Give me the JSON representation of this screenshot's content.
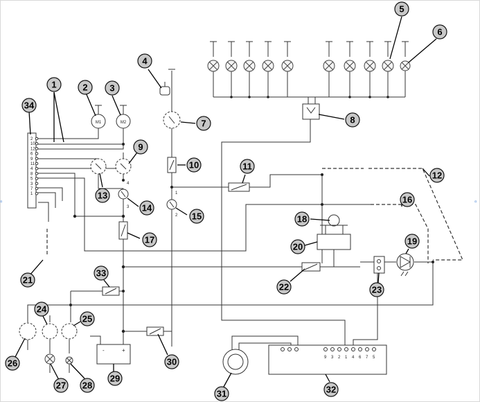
{
  "callouts": [
    "1",
    "2",
    "3",
    "4",
    "5",
    "6",
    "7",
    "8",
    "9",
    "10",
    "11",
    "12",
    "13",
    "14",
    "15",
    "16",
    "17",
    "18",
    "19",
    "20",
    "21",
    "22",
    "23",
    "24",
    "25",
    "26",
    "27",
    "28",
    "29",
    "30",
    "31",
    "32",
    "33",
    "34"
  ],
  "motor_labels": [
    "M1",
    "M2"
  ],
  "switch_terminal_labels": [
    "4",
    "3",
    "1",
    "2"
  ],
  "connector_34_pins": [
    "2",
    "10",
    "12",
    "6",
    "9",
    "11",
    "4",
    "8",
    "5",
    "3",
    "7",
    "1"
  ],
  "battery_terminals": [
    "-",
    "+"
  ],
  "connector_32_pins": [
    "9",
    "3",
    "2",
    "1",
    "4",
    "6",
    "7",
    "5"
  ]
}
